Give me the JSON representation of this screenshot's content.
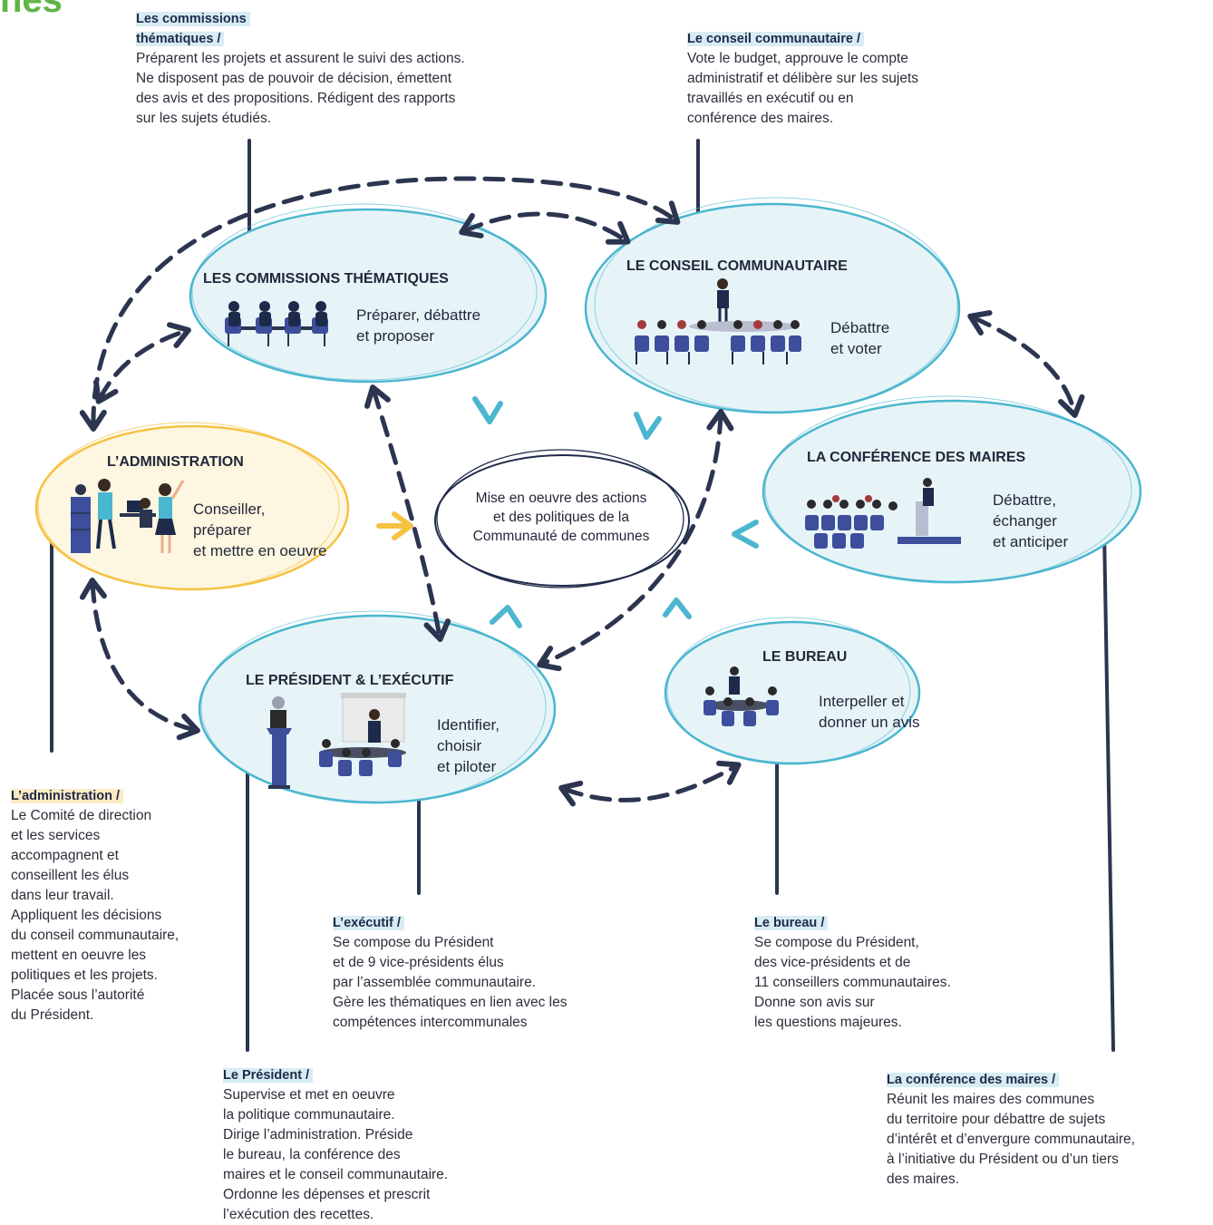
{
  "brand_fragment": "nes",
  "center": {
    "text": "Mise en oeuvre des actions\net des politiques de la\nCommunauté de communes"
  },
  "nodes": {
    "commissions": {
      "title": "LES COMMISSIONS THÉMATIQUES",
      "text": "Préparer, débattre\net proposer"
    },
    "conseil": {
      "title": "LE CONSEIL COMMUNAUTAIRE",
      "text": "Débattre\net voter"
    },
    "administration": {
      "title": "L’ADMINISTRATION",
      "text": "Conseiller,\npréparer\net mettre en oeuvre"
    },
    "conference": {
      "title": "LA CONFÉRENCE DES MAIRES",
      "text": "Débattre,\néchanger\net anticiper"
    },
    "president": {
      "title": "LE PRÉSIDENT & L’EXÉCUTIF",
      "text": "Identifier,\nchoisir\net piloter"
    },
    "bureau": {
      "title": "LE BUREAU",
      "text": "Interpeller et\ndonner un avis"
    }
  },
  "notes": {
    "commissions": {
      "head": "Les commissions\nthématiques /",
      "body": "Préparent les projets et assurent le suivi des actions.\nNe disposent pas de pouvoir de décision, émettent\ndes avis et des propositions. Rédigent des rapports\nsur les sujets étudiés."
    },
    "conseil": {
      "head": "Le conseil communautaire /",
      "body": "Vote le budget, approuve le compte\nadministratif et délibère sur les sujets\ntravaillés en exécutif ou en\nconférence des maires."
    },
    "administration": {
      "head": "L’administration /",
      "body": "Le Comité de direction\net les services\naccompagnent et\nconseillent les élus\ndans leur travail.\nAppliquent les décisions\ndu conseil communautaire,\nmettent en oeuvre les\npolitiques et les projets.\nPlacée sous l’autorité\ndu Président."
    },
    "executif": {
      "head": "L’exécutif /",
      "body": "Se compose du Président\net de 9 vice-présidents élus\npar l’assemblée communautaire.\nGère les thématiques en lien avec les\ncompétences intercommunales"
    },
    "bureau": {
      "head": "Le bureau /",
      "body": "Se compose du Président,\ndes vice-présidents et de\n11 conseillers communautaires.\nDonne son avis sur\nles questions majeures."
    },
    "president": {
      "head": "Le Président /",
      "body": "Supervise et met en oeuvre\nla politique communautaire.\nDirige l’administration. Préside\nle bureau, la conférence des\nmaires et le conseil communautaire.\nOrdonne les dépenses et prescrit\nl’exécution des recettes."
    },
    "conference": {
      "head": "La conférence des maires /",
      "body": "Réunit les maires des communes\ndu territoire pour débattre de sujets\nd’intérêt et d’envergure communautaire,\nà l’initiative du Président ou d’un tiers\ndes maires."
    }
  },
  "colors": {
    "teal": "#4bb6cf",
    "yellow": "#f5c242",
    "navy": "#2c3550",
    "green": "#5fb446",
    "bubble_fill": "#e6f4f8",
    "admin_fill": "#fdf6e1"
  }
}
